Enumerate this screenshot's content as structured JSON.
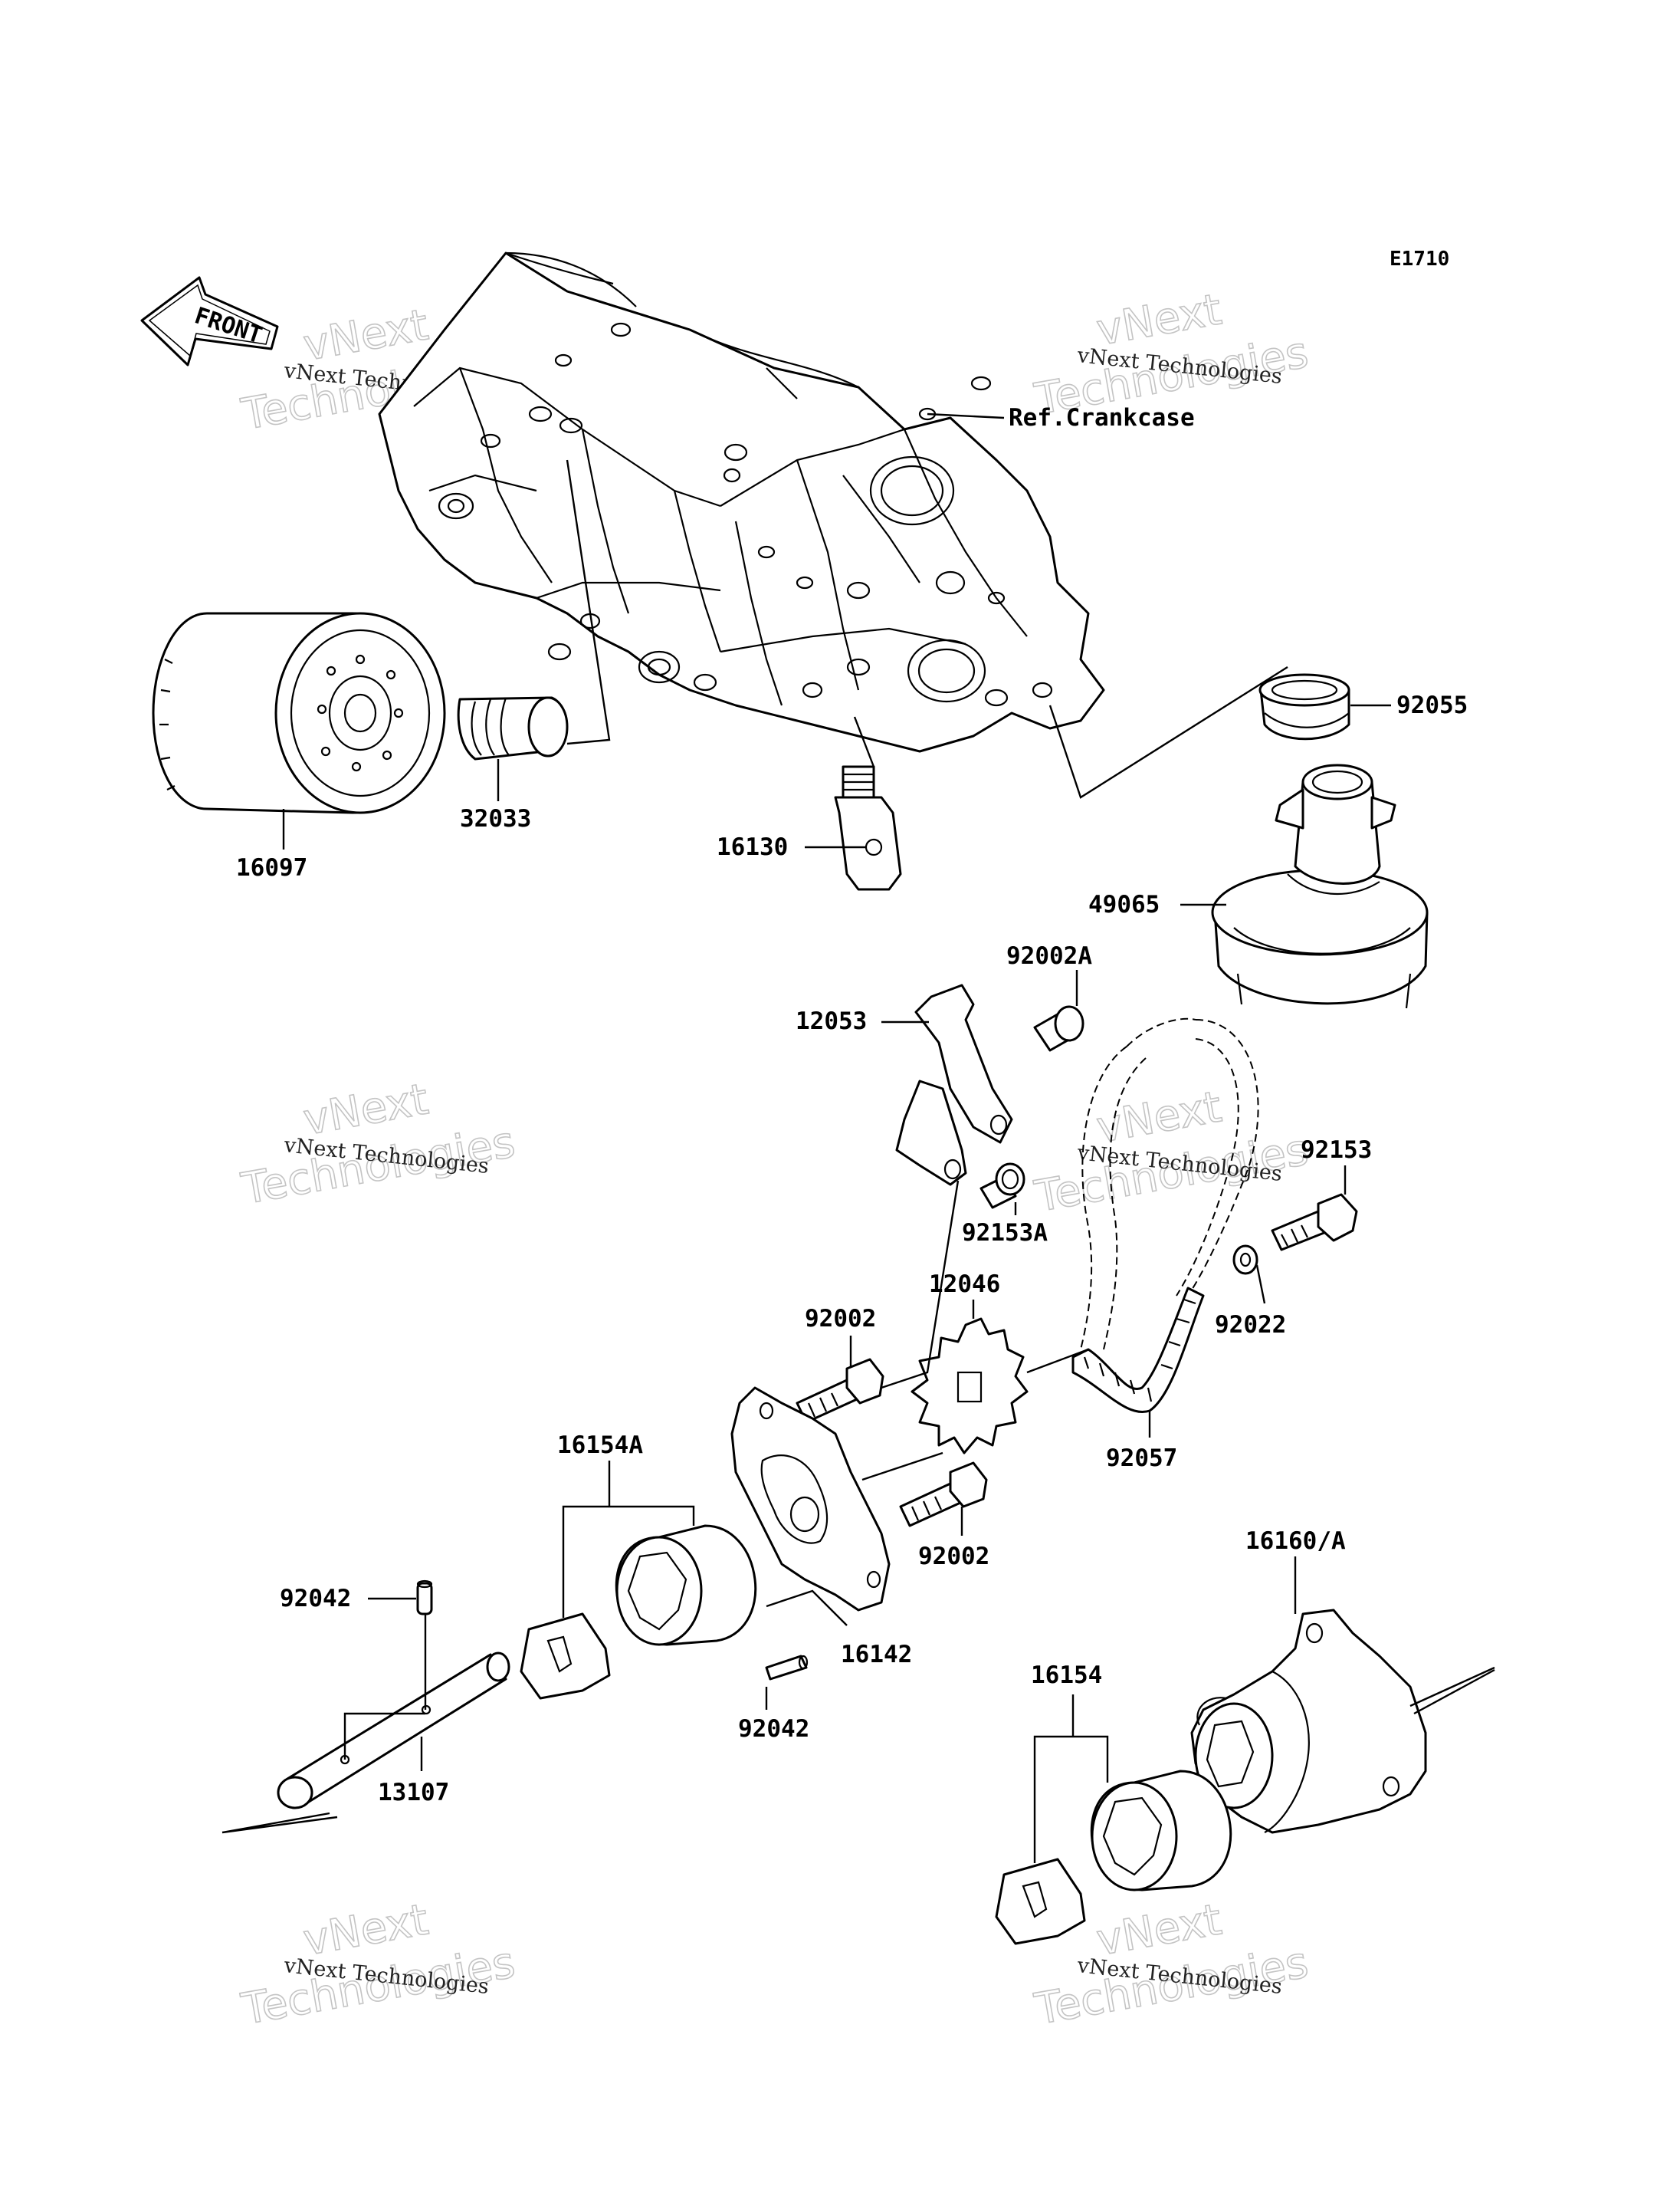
{
  "diagram": {
    "code": "E1710",
    "front_label": "FRONT",
    "ref_label": "Ref.Crankcase",
    "watermark_line1": "vNext Technologies",
    "watermark_line2_a": "vNext",
    "watermark_line2_b": "Technologies",
    "parts": {
      "p92055": "92055",
      "p16097": "16097",
      "p32033": "32033",
      "p16130": "16130",
      "p49065": "49065",
      "p92002A": "92002A",
      "p12053": "12053",
      "p92153": "92153",
      "p92153A": "92153A",
      "p12046": "12046",
      "p92002_top": "92002",
      "p92022": "92022",
      "p16154A": "16154A",
      "p92057": "92057",
      "p92002_bot": "92002",
      "p16160A": "16160/A",
      "p92042_left": "92042",
      "p16142": "16142",
      "p16154": "16154",
      "p92042_mid": "92042",
      "p13107": "13107"
    }
  }
}
